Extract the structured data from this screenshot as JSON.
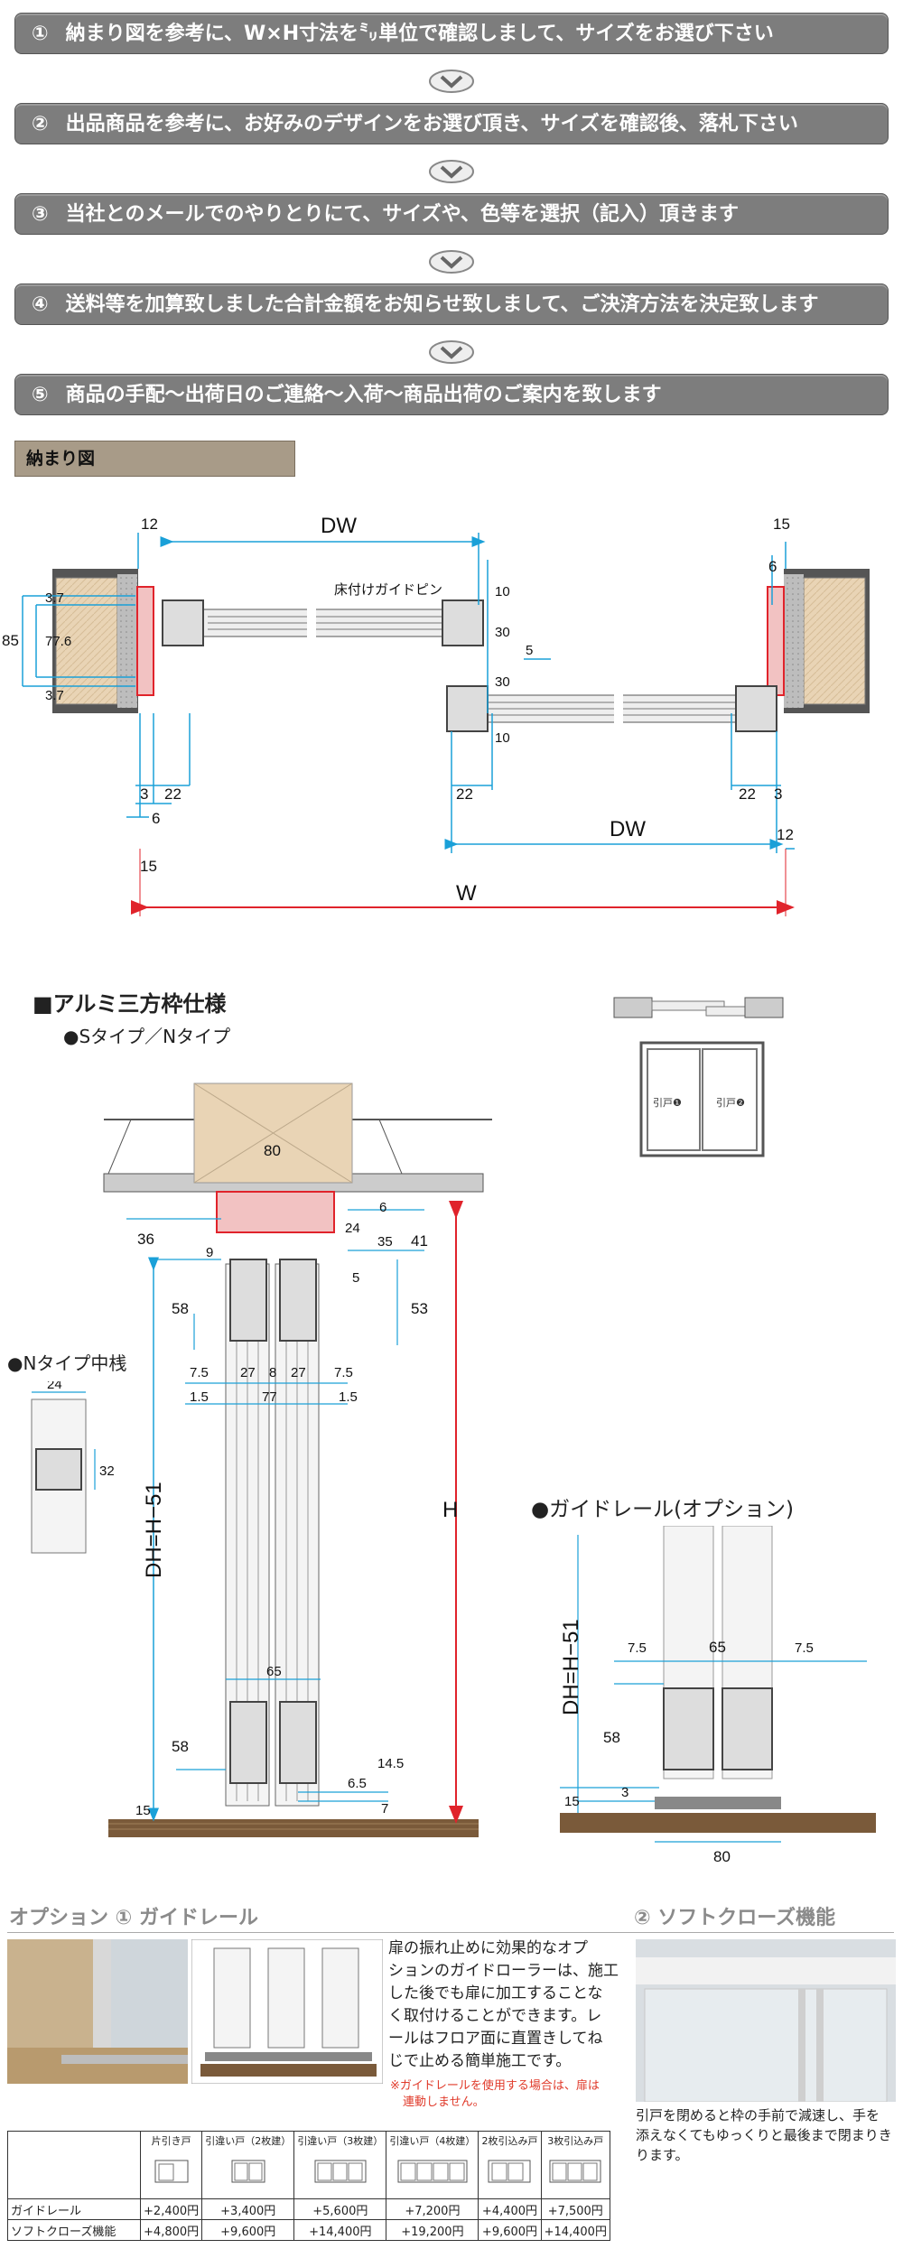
{
  "steps": [
    {
      "num": "①",
      "text": "納まり図を参考に、W×H寸法を㍉単位で確認しまして、サイズをお選び下さい"
    },
    {
      "num": "②",
      "text": "出品商品を参考に、お好みのデザインをお選び頂き、サイズを確認後、落札下さい"
    },
    {
      "num": "③",
      "text": "当社とのメールでのやりとりにて、サイズや、色等を選択（記入）頂きます"
    },
    {
      "num": "④",
      "text": "送料等を加算致しました合計金額をお知らせ致しまして、ご決済方法を決定致します"
    },
    {
      "num": "⑤",
      "text": "商品の手配～出荷日のご連絡～入荷～商品出荷のご案内を致します"
    }
  ],
  "section_title": "納まり図",
  "plan": {
    "label_dw": "DW",
    "label_w": "W",
    "guide_pin": "床付けガイドピン",
    "dims": {
      "d12a": "12",
      "d15a": "15",
      "d6a": "6",
      "d3_7a": "3.7",
      "d85": "85",
      "d77_6": "77.6",
      "d3_7b": "3.7",
      "d10a": "10",
      "d30a": "30",
      "d5": "5",
      "d30b": "30",
      "d10b": "10",
      "d3a": "3",
      "d22a": "22",
      "d6b": "6",
      "d15b": "15",
      "d22b": "22",
      "d22c": "22",
      "d3b": "3",
      "d12b": "12"
    }
  },
  "section2": {
    "title": "■アルミ三方枠仕様",
    "subtitle": "●Sタイプ／Nタイプ",
    "n_type": "●Nタイプ中桟",
    "guide_rail": "●ガイドレール(オプション)",
    "door_label_1": "引戸❶",
    "door_label_2": "引戸❷",
    "dims": {
      "d80": "80",
      "d36": "36",
      "d6": "6",
      "d24": "24",
      "d35": "35",
      "d41": "41",
      "d9": "9",
      "d5": "5",
      "d58a": "58",
      "d53": "53",
      "d7_5a": "7.5",
      "d27a": "27",
      "d8": "8",
      "d27b": "27",
      "d7_5b": "7.5",
      "d1_5a": "1.5",
      "d77": "77",
      "d1_5b": "1.5",
      "n24": "24",
      "n32": "32",
      "dh": "DH=H−51",
      "h": "H",
      "d65": "65",
      "d58b": "58",
      "d14_5": "14.5",
      "d6_5": "6.5",
      "d15": "15",
      "d7": "7",
      "g7_5a": "7.5",
      "g65": "65",
      "g7_5b": "7.5",
      "g58": "58",
      "g15": "15",
      "g3": "3",
      "g80": "80",
      "gdh": "DH=H−51"
    }
  },
  "option": {
    "title1": "オプション ① ガイドレール",
    "title2": "② ソフトクローズ機能",
    "desc1": [
      "扉の振れ止めに効果的なオプ",
      "ションのガイドローラーは、施工",
      "した後でも扉に加工することな",
      "く取付けることができます。レ",
      "ールはフロア面に直置きしてね",
      "じで止める簡単施工です。"
    ],
    "note": [
      "※ガイドレールを使用する場合は、扉は",
      "連動しません。"
    ],
    "desc2": [
      "引戸を閉めると枠の手前で減速し、手を",
      "添えなくてもゆっくりと最後まで閉まりき",
      "ります。"
    ]
  },
  "price_table": {
    "headers": [
      "片引き戸",
      "引違い戸（2枚建）",
      "引違い戸（3枚建）",
      "引違い戸（4枚建）",
      "2枚引込み戸",
      "3枚引込み戸"
    ],
    "rows": [
      {
        "label": "ガイドレール",
        "values": [
          "+2,400円",
          "+3,400円",
          "+5,600円",
          "+7,200円",
          "+4,400円",
          "+7,500円"
        ]
      },
      {
        "label": "ソフトクローズ機能",
        "values": [
          "+4,800円",
          "+9,600円",
          "+14,400円",
          "+19,200円",
          "+9,600円",
          "+14,400円"
        ]
      }
    ]
  },
  "colors": {
    "step_bg": "#7d7d7d",
    "section_bg": "#a89b88",
    "dim_line": "#1aa0d8",
    "red": "#e0232b",
    "wood": "#e9d4b5",
    "floor": "#7a5a3a"
  }
}
